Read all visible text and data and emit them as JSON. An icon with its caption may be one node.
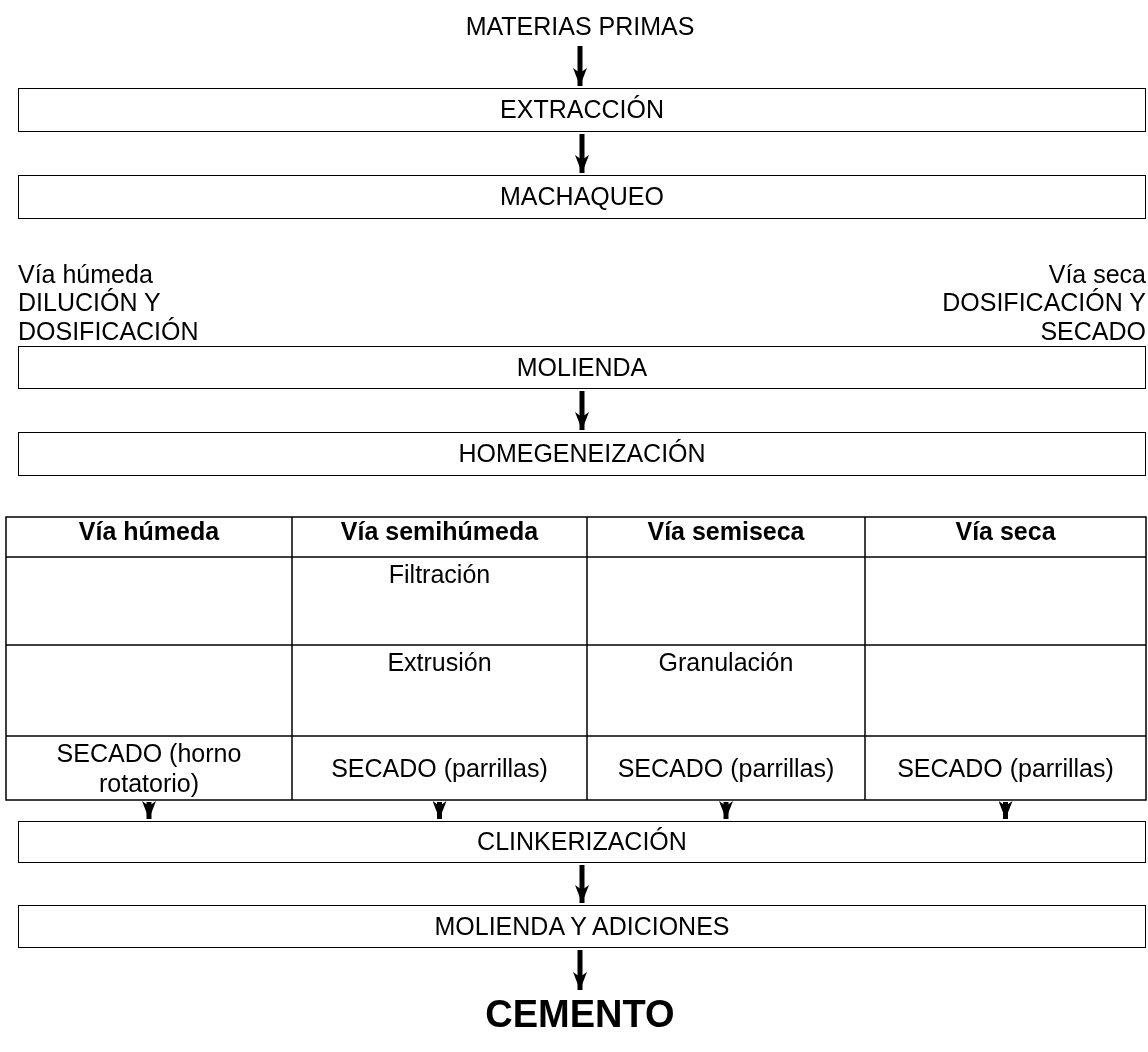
{
  "diagram": {
    "nodes": [
      {
        "text": [
          "MATERIAS PRIMAS"
        ]
      },
      {
        "text": [
          "EXTRACCIÓN"
        ]
      },
      {
        "text": [
          "MACHAQUEO"
        ]
      },
      {
        "text": [
          "MOLIENDA"
        ]
      },
      {
        "text": [
          "HOMEGENEIZACIÓN"
        ]
      },
      {
        "text": [
          "SECADO (horno rotatorio)"
        ]
      },
      {
        "text": [
          "SECADO (parrillas)"
        ]
      },
      {
        "text": [
          "SECADO (parrillas)"
        ]
      },
      {
        "text": [
          "SECADO (parrillas)"
        ]
      },
      {
        "text": [
          "CLINKERIZACIÓN"
        ]
      },
      {
        "text": [
          "MOLIENDA Y ADICIONES"
        ]
      },
      {
        "text": [
          "CEMENTO"
        ]
      }
    ],
    "edges": [
      {
        "from": 0,
        "to": 1,
        "arrow": "to"
      },
      {
        "from": 1,
        "to": 2,
        "arrow": "to"
      },
      {
        "from": 3,
        "to": 4,
        "arrow": "to"
      },
      {
        "from": 5,
        "to": 9,
        "arrow": "to"
      },
      {
        "from": 6,
        "to": 9,
        "arrow": "to"
      },
      {
        "from": 7,
        "to": 9,
        "arrow": "to"
      },
      {
        "from": 8,
        "to": 9,
        "arrow": "to"
      },
      {
        "from": 9,
        "to": 10,
        "arrow": "to"
      },
      {
        "from": 10,
        "to": 11,
        "arrow": "to"
      }
    ],
    "labels": [
      "Vía húmeda",
      "DILUCIÓN Y DOSIFICACIÓN",
      "Vía seca",
      "DOSIFICACIÓN Y SECADO",
      "Vía húmeda",
      "Vía semihúmeda",
      "Vía semiseca",
      "Vía seca",
      "Filtración",
      "Extrusión",
      "Granulación"
    ]
  }
}
